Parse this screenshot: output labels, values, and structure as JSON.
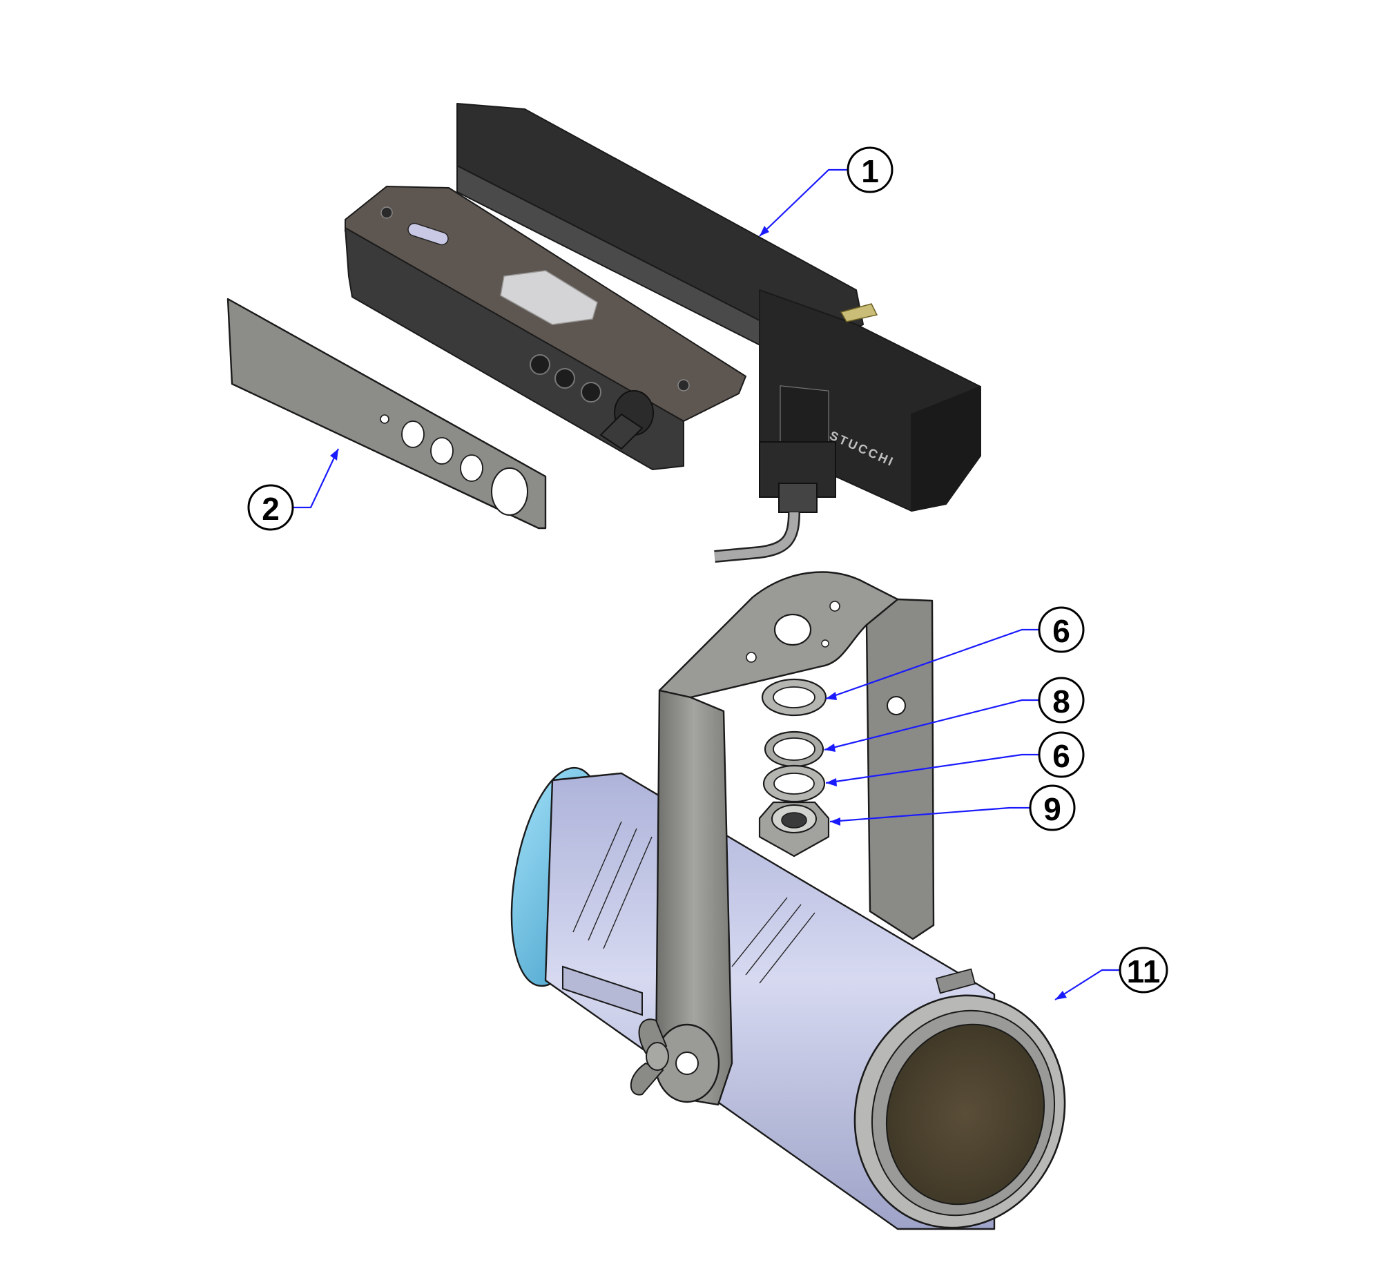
{
  "diagram": {
    "callouts": [
      {
        "id": "c1",
        "label": "1"
      },
      {
        "id": "c2",
        "label": "2"
      },
      {
        "id": "c6a",
        "label": "6"
      },
      {
        "id": "c8",
        "label": "8"
      },
      {
        "id": "c6b",
        "label": "6"
      },
      {
        "id": "c9",
        "label": "9"
      },
      {
        "id": "c11",
        "label": "11"
      }
    ],
    "adapter_brand": "STUCCHI",
    "colors": {
      "leader": "#1a1aff",
      "adapter_body": "#3c3c3c",
      "bracket": "#8c8c88",
      "lamp_body": "#c3c7e6",
      "front_ring": "#7ec8e8"
    }
  }
}
